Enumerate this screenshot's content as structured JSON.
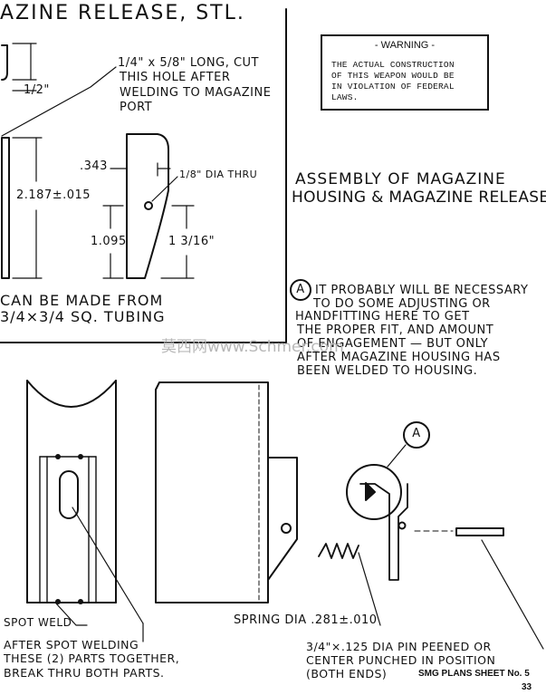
{
  "top_left": {
    "title": "AZINE RELEASE, STL.",
    "dim_half": "1/2\"",
    "note_cut": [
      "1/4\" x 5/8\" LONG, CUT",
      "THIS HOLE AFTER",
      "WELDING TO MAGAZINE",
      "PORT"
    ],
    "dim_343": ".343",
    "dim_dia_thru": "1/8\" DIA THRU",
    "dim_2187": "2.187±.015",
    "dim_1095": "1.095",
    "dim_1_3_16": "1 3/16\"",
    "made_from": [
      "CAN BE MADE FROM",
      "3/4×3/4 SQ. TUBING"
    ]
  },
  "warning": {
    "title": "- WARNING -",
    "lines": [
      "THE ACTUAL CONSTRUCTION",
      "OF THIS WEAPON WOULD BE",
      "IN VIOLATION OF FEDERAL",
      "LAWS."
    ]
  },
  "assembly": {
    "title": [
      "ASSEMBLY OF MAGAZINE",
      "HOUSING & MAGAZINE RELEASE"
    ],
    "callout": "A",
    "note": [
      "IT PROBABLY WILL BE NECESSARY",
      "TO DO SOME ADJUSTING OR",
      "HANDFITTING HERE TO GET",
      "THE PROPER FIT, AND AMOUNT",
      "OF ENGAGEMENT — BUT ONLY",
      "AFTER MAGAZINE HOUSING HAS",
      "BEEN WELDED TO HOUSING."
    ]
  },
  "watermark": "莫西网www.Schmer.com",
  "bottom": {
    "spot_weld": "SPOT WELD",
    "after_spot": [
      "AFTER SPOT WELDING",
      "THESE (2) PARTS TOGETHER,",
      "BREAK THRU BOTH PARTS."
    ],
    "spring": "SPRING DIA  .281±.010",
    "callout": "A",
    "pin": [
      "3/4\"×.125 DIA PIN PEENED OR",
      "CENTER PUNCHED IN POSITION",
      "(BOTH ENDS)"
    ]
  },
  "footer": {
    "sheet": "SMG PLANS SHEET No. 5",
    "page": "33"
  }
}
